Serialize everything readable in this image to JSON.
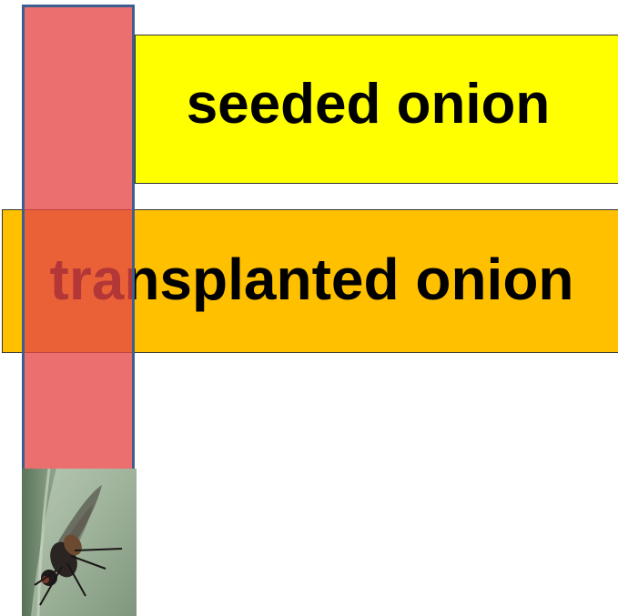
{
  "bars": {
    "seeded": {
      "label": "seeded onion",
      "color": "#ffff00"
    },
    "transplanted": {
      "label": "transplanted onion",
      "color": "#ffc000"
    }
  },
  "overlay": {
    "color": "#e64646"
  },
  "photo": {
    "icon": "onion-fly-photo"
  }
}
